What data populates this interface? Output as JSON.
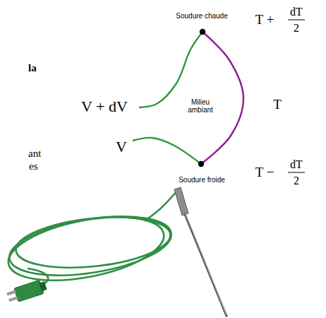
{
  "diagram": {
    "nodes": [
      {
        "text": [
          "Soudure chaude"
        ]
      },
      {
        "text": [
          "Soudure froide"
        ]
      }
    ],
    "edges": [
      {
        "from": 0,
        "to": 1,
        "arrow": "none"
      }
    ],
    "labels": [
      "la",
      "ant",
      "es",
      "T +",
      "dT",
      "2",
      "V + dV",
      "Milieu ambiant",
      "T",
      "V",
      "T −",
      "dT",
      "2"
    ]
  }
}
